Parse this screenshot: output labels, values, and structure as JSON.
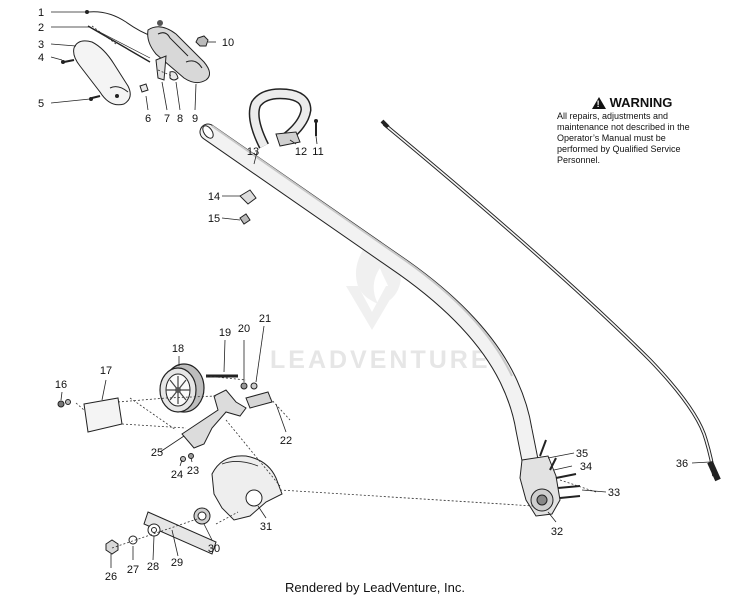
{
  "warning": {
    "title": "WARNING",
    "text": "All repairs, adjustments and maintenance not described in the Operator’s Manual must be performed by Qualified Service Personnel."
  },
  "watermark": "LEADVENTURE",
  "footer": "Rendered by LeadVenture, Inc.",
  "callouts": {
    "p1": "1",
    "p2": "2",
    "p3": "3",
    "p4": "4",
    "p5": "5",
    "p6": "6",
    "p7": "7",
    "p8": "8",
    "p9": "9",
    "p10": "10",
    "p11": "11",
    "p12": "12",
    "p13": "13",
    "p14": "14",
    "p15": "15",
    "p16": "16",
    "p17": "17",
    "p18": "18",
    "p19": "19",
    "p20": "20",
    "p21": "21",
    "p22": "22",
    "p23": "23",
    "p24": "24",
    "p25": "25",
    "p26": "26",
    "p27": "27",
    "p28": "28",
    "p29": "29",
    "p30": "30",
    "p31": "31",
    "p32": "32",
    "p33": "33",
    "p34": "34",
    "p35": "35",
    "p36": "36"
  }
}
